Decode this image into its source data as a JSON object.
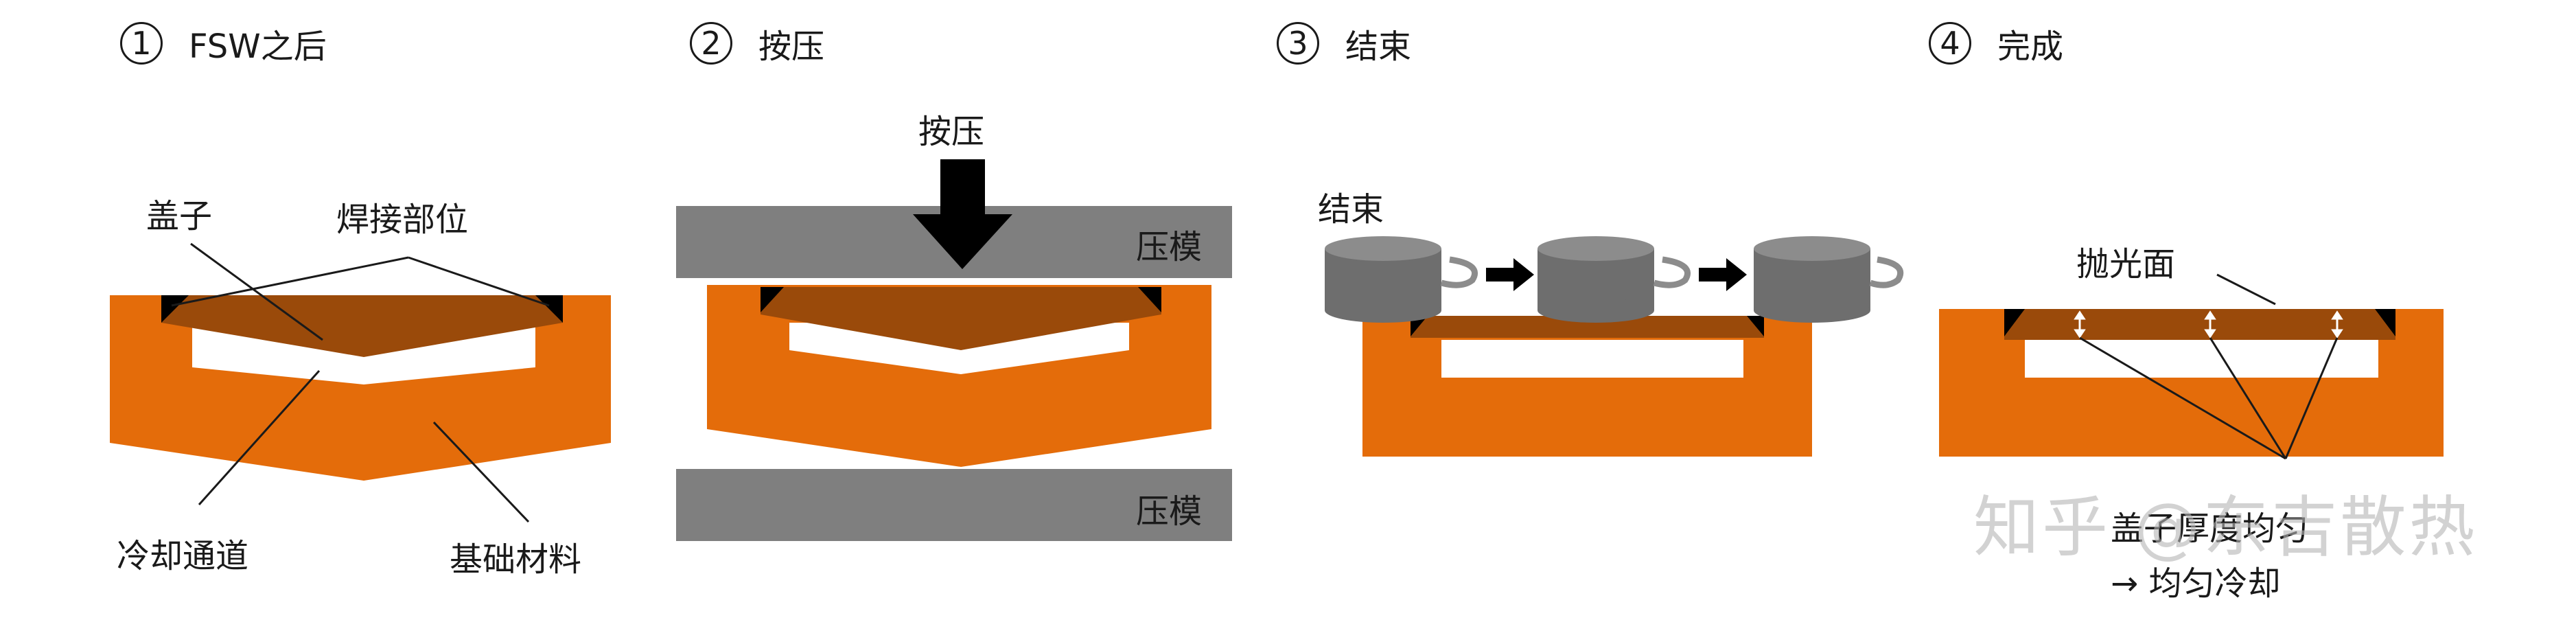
{
  "steps": [
    {
      "num": "1",
      "title": "FSW之后"
    },
    {
      "num": "2",
      "title": "按压"
    },
    {
      "num": "3",
      "title": "结束"
    },
    {
      "num": "4",
      "title": "完成"
    }
  ],
  "panel1": {
    "lid_label": "盖子",
    "weld_label": "焊接部位",
    "channel_label": "冷却通道",
    "base_label": "基础材料"
  },
  "panel2": {
    "press_label": "按压",
    "die_top_label": "压模",
    "die_bottom_label": "压模"
  },
  "panel3": {
    "end_label": "结束"
  },
  "panel4": {
    "polished_label": "抛光面",
    "uniform_thickness_label": "盖子厚度均匀",
    "result_label": "→  均匀冷却"
  },
  "watermark": "知乎 @东吉散热",
  "colors": {
    "base": "#E46C0A",
    "lid": "#9A4A0A",
    "die": "#7F7F7F",
    "tool": "#6E6E6E",
    "text": "#1a1a1a"
  }
}
